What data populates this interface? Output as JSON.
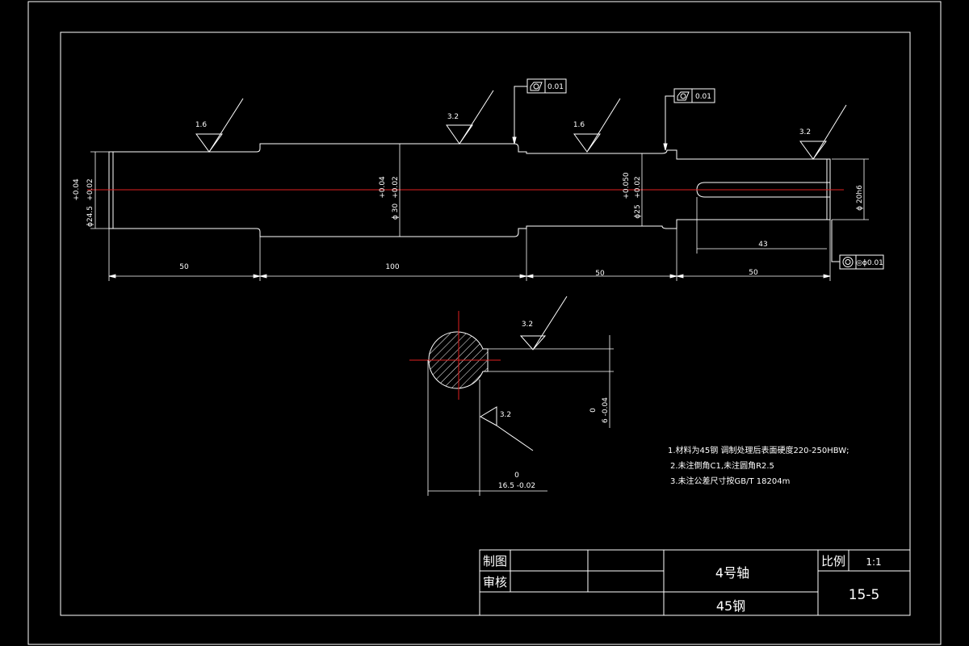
{
  "colors": {
    "background": "#000000",
    "line": "#ffffff",
    "centerline": "#e02020"
  },
  "roughness": {
    "left_journal": "1.6",
    "middle_section": "3.2",
    "right_journal": "1.6",
    "end_section": "3.2",
    "section_top": "3.2",
    "section_side": "3.2"
  },
  "tolerance_frames": {
    "symbol_icon": "cylindricity-icon",
    "frame1_value": "0.01",
    "frame2_value": "0.01",
    "frame3_value": "◎ϕ0.01"
  },
  "dimensions": {
    "left_dia": "ϕ24.5",
    "left_tol_upper": "+0.04",
    "left_tol_lower": "+0.02",
    "middle_dia": "ϕ 30",
    "middle_tol_upper": "+0.04",
    "middle_tol_lower": "+0.02",
    "right_dia": "ϕ25",
    "right_tol_upper": "+0.050",
    "right_tol_lower": "+0.02",
    "end_dia": "ϕ 20h6",
    "len1": "50",
    "len2": "100",
    "len3": "50",
    "len4": "50",
    "keyway_len": "43",
    "keyway_depth_upper": "0",
    "keyway_depth_lower": "6 -0.04",
    "section_width_upper": "0",
    "section_width_lower": "16.5 -0.02"
  },
  "notes": [
    "1.材料为45钢    调制处理后表面硬度220-250HBW;",
    "2.未注倒角C1,未注圆角R2.5",
    "3.未注公差尺寸按GB/T 18204m"
  ],
  "title_block": {
    "drawn_label": "制图",
    "review_label": "审核",
    "part_name": "4号轴",
    "material": "45钢",
    "scale_label": "比例",
    "scale_value": "1:1",
    "drawing_number": "15-5"
  }
}
